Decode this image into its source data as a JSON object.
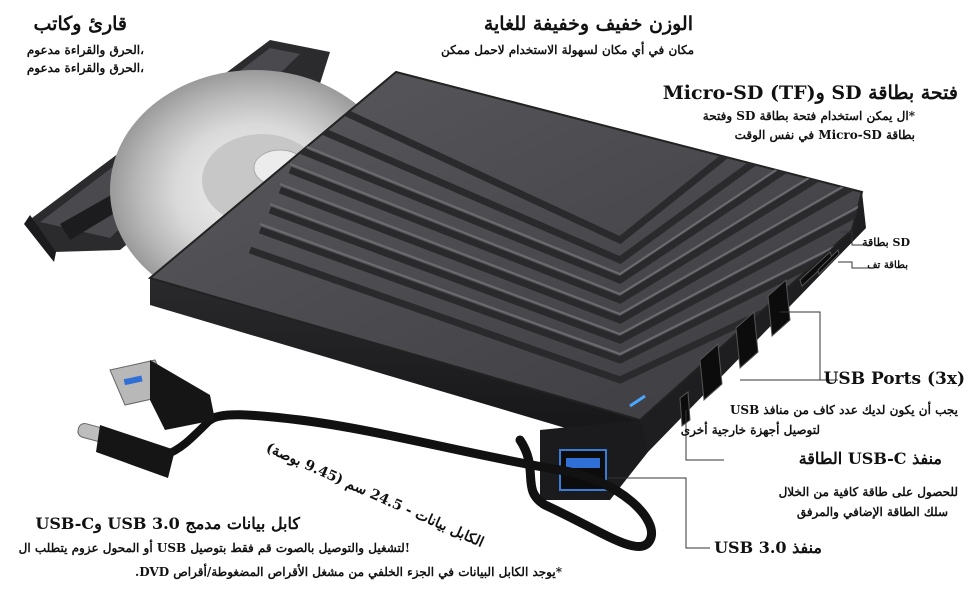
{
  "headings": {
    "cd_reader": "قارئ وكاتب",
    "lightweight": "الوزن خفيف وخفيفة للغاية",
    "card_slots": "فتحة بطاقة SD وMicro-SD (TF)",
    "usb_ports": "USB Ports (3x)",
    "usbc_port": "منفذ USB-C الطاقة",
    "usb3_port": "منفذ USB 3.0",
    "cable_title": "كابل بيانات مدمج USB 3.0 وUSB-C"
  },
  "texts": {
    "cd_line1": "،الحرق والقراءة مدعوم",
    "cd_line2": "،الحرق والقراءة مدعوم",
    "light_line": "مكان في أي مكان لسهولة الاستخدام لاحمل ممكن",
    "card_line1": "*ال يمكن استخدام فتحة بطاقة SD وفتحة",
    "card_line2": "بطاقة Micro-SD في نفس الوقت",
    "slot_sd": "SD بطاقة",
    "slot_tf": "بطاقة تف",
    "usb_line1": "يجب أن يكون لديك عدد كاف من منافذ USB",
    "usb_line2": "لتوصيل أجهزة خارجية أخرى",
    "usbc_line1": "للحصول على طاقة كافية من الخلال",
    "usbc_line2": "سلك الطاقة الإضافي والمرفق",
    "cable_length": "الكابل بيانات - 24.5 سم (9.45 بوصة)",
    "cable_line2": "!لتشغيل والتوصيل بالصوت قم فقط بتوصيل USB أو المحول عزوم يتطلب ال",
    "cable_line3": "*يوجد الكابل البيانات في الجزء الخلفي من مشغل الأقراص المضغوطة/أقراص DVD."
  }
}
